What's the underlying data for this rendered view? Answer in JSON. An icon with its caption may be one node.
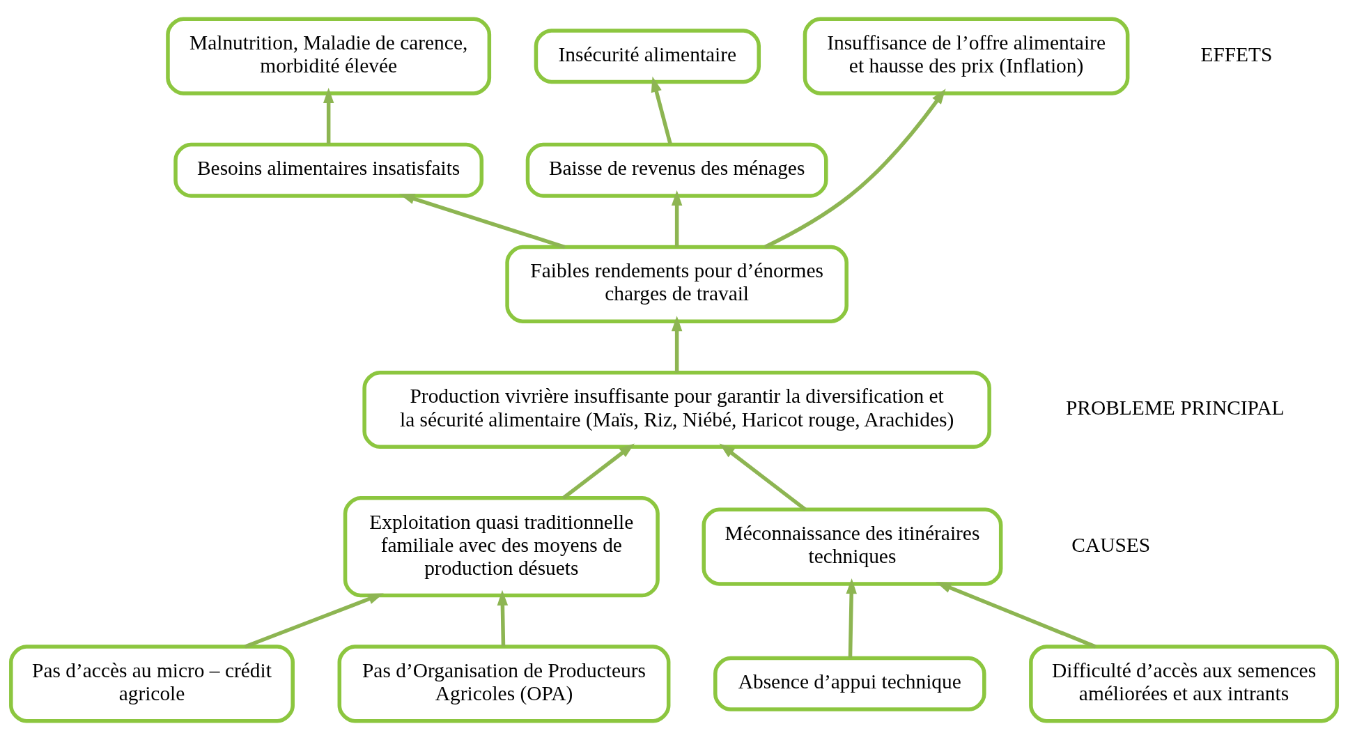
{
  "diagram": {
    "nodes": [
      {
        "text": [
          "Malnutrition, Maladie de carence, morbidité élevée"
        ]
      },
      {
        "text": [
          "Insécurité alimentaire"
        ]
      },
      {
        "text": [
          "Insuffisance de l’offre alimentaire et hausse des prix (Inflation)"
        ]
      },
      {
        "text": [
          "Besoins alimentaires insatisfaits"
        ]
      },
      {
        "text": [
          "Baisse de revenus des ménages"
        ]
      },
      {
        "text": [
          "Faibles rendements pour d’énormes charges de travail"
        ]
      },
      {
        "text": [
          "Production vivrière insuffisante pour garantir la diversification et la sécurité alimentaire (Maïs, Riz, Niébé, Haricot rouge, Arachides)"
        ]
      },
      {
        "text": [
          "Exploitation quasi traditionnelle familiale avec des moyens de production désuets"
        ]
      },
      {
        "text": [
          "Méconnaissance des itinéraires techniques"
        ]
      },
      {
        "text": [
          "Pas d’accès au micro – crédit agricole"
        ]
      },
      {
        "text": [
          "Pas d’Organisation de Producteurs Agricoles (OPA)"
        ]
      },
      {
        "text": [
          "Absence d’appui technique"
        ]
      },
      {
        "text": [
          "Difficulté d’accès aux semences améliorées et aux intrants"
        ]
      }
    ],
    "edges": [
      {
        "from": 3,
        "to": 0,
        "arrow": "to"
      },
      {
        "from": 4,
        "to": 1,
        "arrow": "to"
      },
      {
        "from": 5,
        "to": 3,
        "arrow": "to"
      },
      {
        "from": 5,
        "to": 4,
        "arrow": "to"
      },
      {
        "from": 5,
        "to": 2,
        "arrow": "to"
      },
      {
        "from": 6,
        "to": 5,
        "arrow": "to"
      },
      {
        "from": 7,
        "to": 6,
        "arrow": "to"
      },
      {
        "from": 8,
        "to": 6,
        "arrow": "to"
      },
      {
        "from": 9,
        "to": 7,
        "arrow": "to"
      },
      {
        "from": 10,
        "to": 7,
        "arrow": "to"
      },
      {
        "from": 11,
        "to": 8,
        "arrow": "to"
      },
      {
        "from": 12,
        "to": 8,
        "arrow": "to"
      }
    ],
    "labels": [
      "EFFETS",
      "PROBLEME PRINCIPAL",
      "CAUSES"
    ]
  }
}
